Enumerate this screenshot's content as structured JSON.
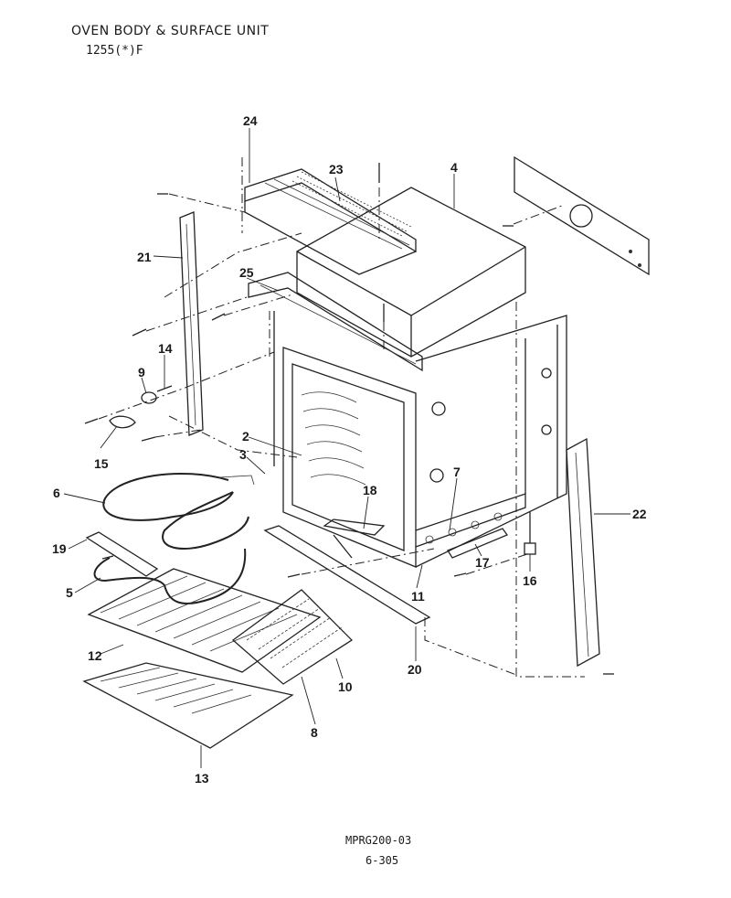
{
  "header": {
    "title": "OVEN BODY & SURFACE UNIT",
    "model": "1255(*)F"
  },
  "footer": {
    "code": "MPRG200-03",
    "page": "6-305"
  },
  "callouts": {
    "c24": "24",
    "c23": "23",
    "c4": "4",
    "c21": "21",
    "c25": "25",
    "c14": "14",
    "c9": "9",
    "c15": "15",
    "c2": "2",
    "c3": "3",
    "c6": "6",
    "c19": "19",
    "c5": "5",
    "c12": "12",
    "c13": "13",
    "c8": "8",
    "c10": "10",
    "c20": "20",
    "c11": "11",
    "c18": "18",
    "c7": "7",
    "c17": "17",
    "c16": "16",
    "c22": "22"
  },
  "colors": {
    "ink": "#1a1a1a",
    "paper": "#ffffff"
  }
}
